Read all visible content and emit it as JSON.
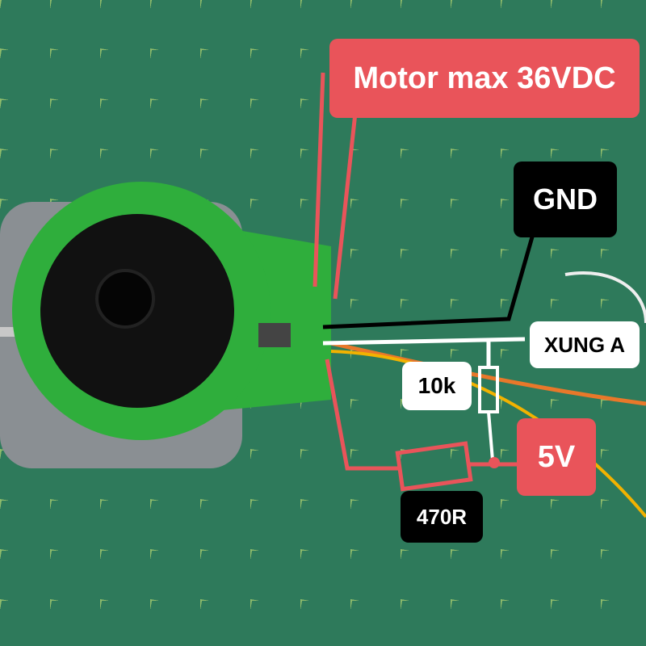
{
  "labels": {
    "motor": "Motor max 36VDC",
    "gnd": "GND",
    "xung_a": "XUNG A",
    "r10k": "10k",
    "v5": "5V",
    "r470": "470R"
  },
  "colors": {
    "red": "#e9545a",
    "black": "#000000",
    "white": "#ffffff",
    "mat": "#2e7a5b",
    "pcb": "#2fae3c"
  }
}
